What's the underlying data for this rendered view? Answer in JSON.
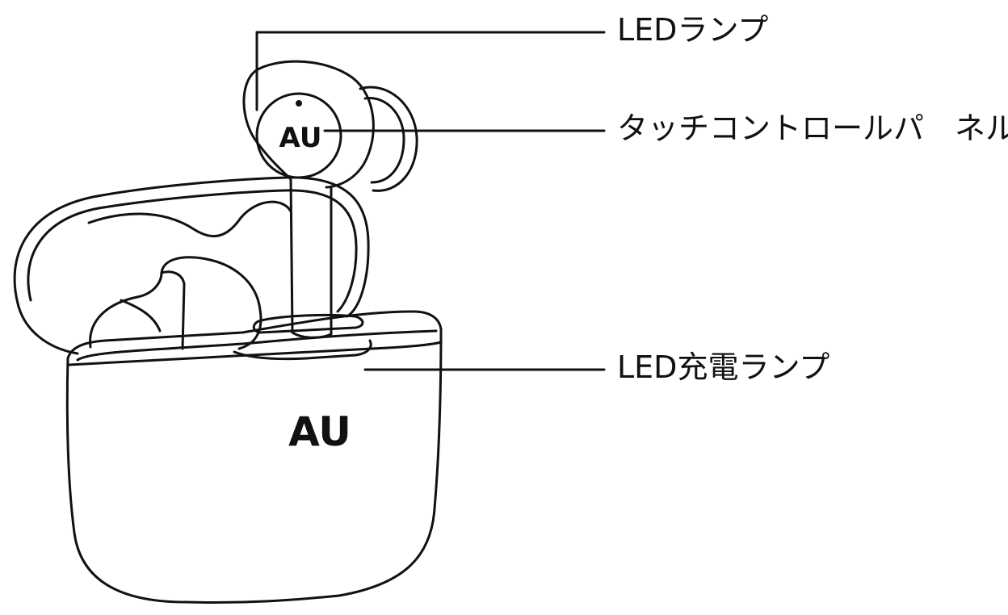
{
  "callouts": {
    "led_lamp": "LEDランプ",
    "touch_control_panel": "タッチコントロールパ　ネル",
    "led_charging_lamp": "LED充電ランプ"
  },
  "brand": {
    "earbud_logo": "AU",
    "case_logo": "AU"
  },
  "colors": {
    "line": "#111111",
    "background": "#ffffff"
  }
}
